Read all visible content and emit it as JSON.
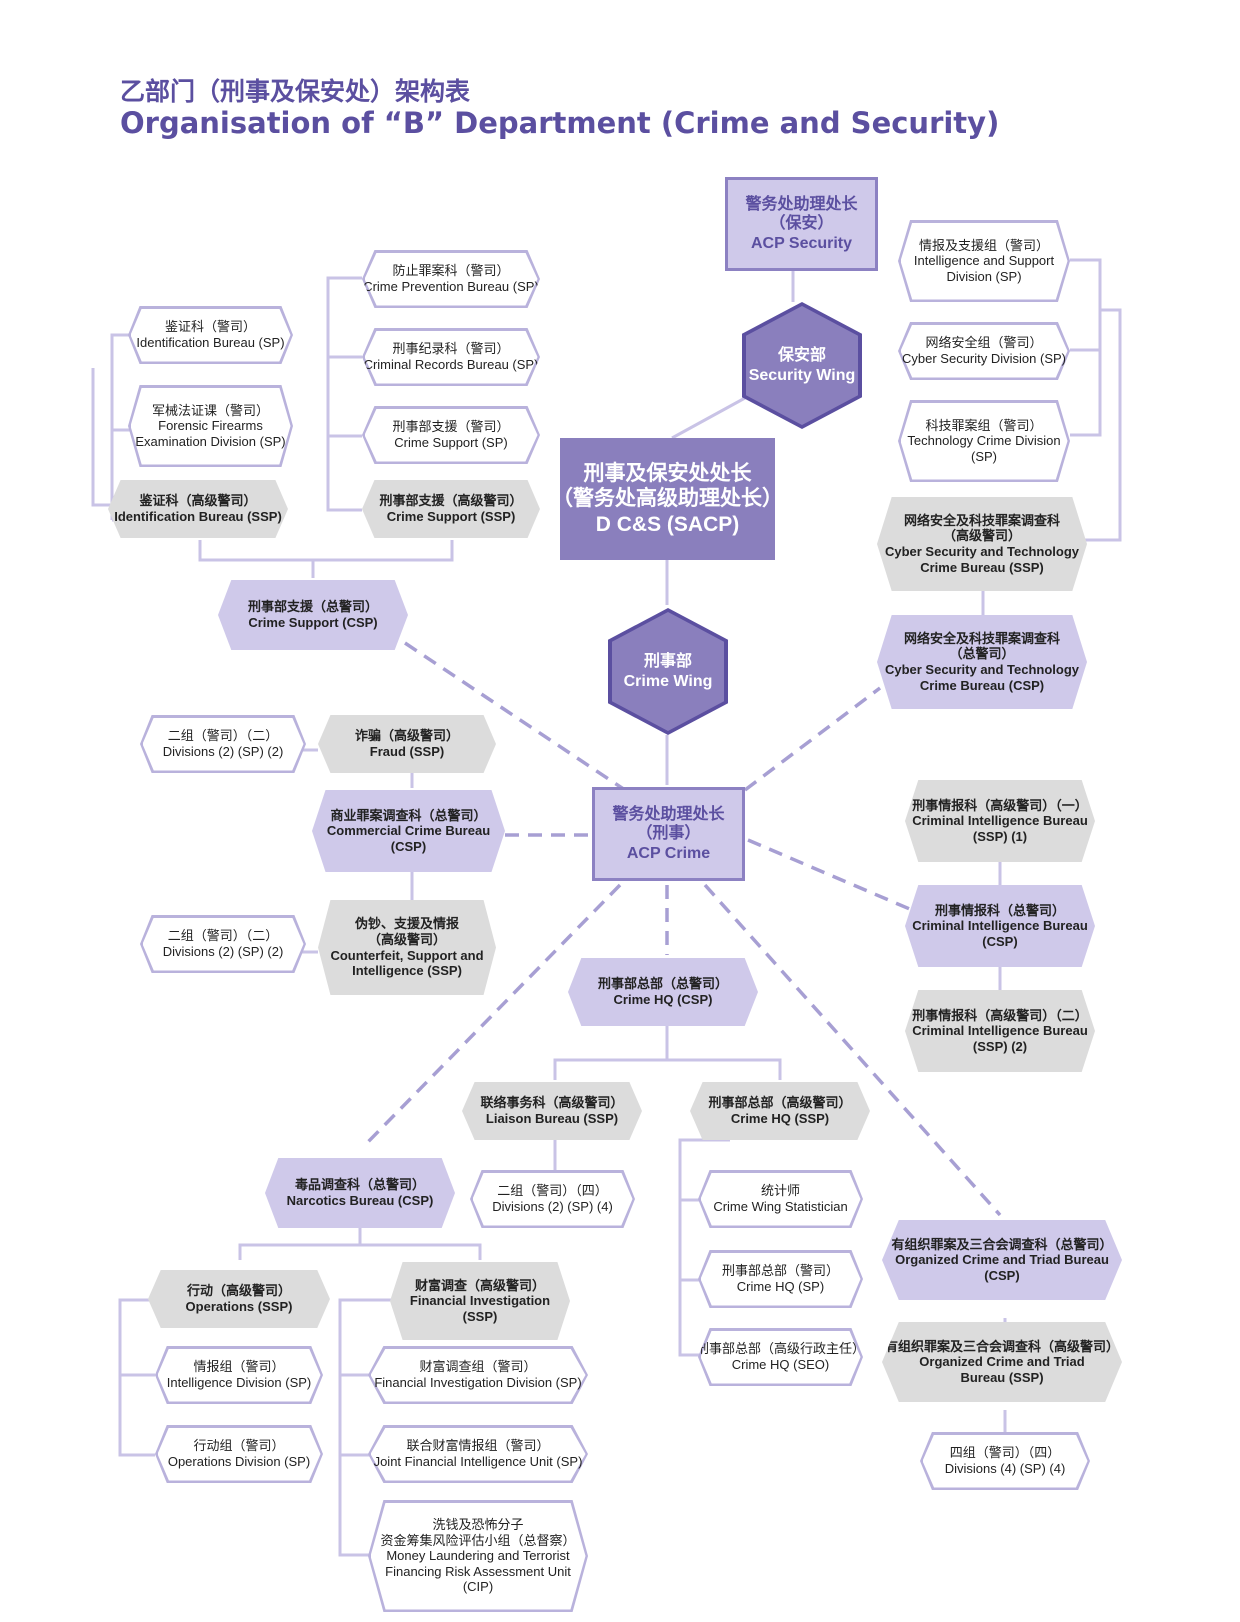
{
  "title": {
    "zh": "乙部门（刑事及保安处）架构表",
    "en": "Organisation of “B” Department (Crime and Security)"
  },
  "nodes": {
    "dcs": {
      "l1": "刑事及保安处处长",
      "l2": "（警务处高级助理处长）",
      "l3": "D C&S (SACP)"
    },
    "acp_security": {
      "l1": "警务处助理处长",
      "l2": "（保安）",
      "l3": "ACP Security"
    },
    "security_wing": {
      "l1": "保安部",
      "l2": "Security Wing"
    },
    "crime_wing": {
      "l1": "刑事部",
      "l2": "Crime Wing"
    },
    "acp_crime": {
      "l1": "警务处助理处长",
      "l2": "（刑事）",
      "l3": "ACP Crime"
    },
    "isd": {
      "l1": "情报及支援组（警司）",
      "l2": "Intelligence and Support",
      "l3": "Division (SP)"
    },
    "csd": {
      "l1": "网络安全组（警司）",
      "l2": "Cyber Security Division (SP)"
    },
    "tcd": {
      "l1": "科技罪案组（警司）",
      "l2": "Technology Crime Division",
      "l3": "(SP)"
    },
    "cstcb_ssp": {
      "l1": "网络安全及科技罪案调查科",
      "l2": "（高级警司）",
      "l3": "Cyber Security and Technology",
      "l4": "Crime Bureau (SSP)"
    },
    "cstcb_csp": {
      "l1": "网络安全及科技罪案调查科",
      "l2": "（总警司）",
      "l3": "Cyber Security and Technology",
      "l4": "Crime Bureau (CSP)"
    },
    "cpb": {
      "l1": "防止罪案科（警司）",
      "l2": "Crime Prevention Bureau (SP)"
    },
    "crb": {
      "l1": "刑事纪录科（警司）",
      "l2": "Criminal Records Bureau (SP)"
    },
    "cs_sp": {
      "l1": "刑事部支援（警司）",
      "l2": "Crime Support (SP)"
    },
    "idb_sp": {
      "l1": "鉴证科（警司）",
      "l2": "Identification Bureau (SP)"
    },
    "ffed": {
      "l1": "军械法证课（警司）",
      "l2": "Forensic Firearms",
      "l3": "Examination Division (SP)"
    },
    "idb_ssp": {
      "l1": "鉴证科（高级警司）",
      "l2": "Identification Bureau (SSP)"
    },
    "cs_ssp": {
      "l1": "刑事部支援（高级警司）",
      "l2": "Crime Support (SSP)"
    },
    "cs_csp": {
      "l1": "刑事部支援（总警司）",
      "l2": "Crime Support (CSP)"
    },
    "div_a": {
      "l1": "二组（警司）（二）",
      "l2": "Divisions (2) (SP) (2)"
    },
    "fraud": {
      "l1": "诈骗（高级警司）",
      "l2": "Fraud (SSP)"
    },
    "ccb": {
      "l1": "商业罪案调查科（总警司）",
      "l2": "Commercial Crime Bureau",
      "l3": "(CSP)"
    },
    "div_b": {
      "l1": "二组（警司）（二）",
      "l2": "Divisions (2) (SP) (2)"
    },
    "csi": {
      "l1": "伪钞、支援及情报",
      "l2": "（高级警司）",
      "l3": "Counterfeit, Support and",
      "l4": "Intelligence (SSP)"
    },
    "cib1": {
      "l1": "刑事情报科（高级警司）（一）",
      "l2": "Criminal Intelligence Bureau",
      "l3": "(SSP) (1)"
    },
    "cib_csp": {
      "l1": "刑事情报科（总警司）",
      "l2": "Criminal Intelligence Bureau",
      "l3": "(CSP)"
    },
    "cib2": {
      "l1": "刑事情报科（高级警司）（二）",
      "l2": "Criminal Intelligence Bureau",
      "l3": "(SSP) (2)"
    },
    "chq_csp": {
      "l1": "刑事部总部（总警司）",
      "l2": "Crime HQ (CSP)"
    },
    "lb": {
      "l1": "联络事务科（高级警司）",
      "l2": "Liaison Bureau (SSP)"
    },
    "div_c": {
      "l1": "二组（警司）（四）",
      "l2": "Divisions (2) (SP) (4)"
    },
    "chq_ssp": {
      "l1": "刑事部总部（高级警司）",
      "l2": "Crime HQ (SSP)"
    },
    "stat": {
      "l1": "统计师",
      "l2": "Crime Wing Statistician"
    },
    "chq_sp": {
      "l1": "刑事部总部（警司）",
      "l2": "Crime HQ (SP)"
    },
    "chq_seo": {
      "l1": "刑事部总部（高级行政主任）",
      "l2": "Crime HQ (SEO)"
    },
    "nb": {
      "l1": "毒品调查科（总警司）",
      "l2": "Narcotics Bureau (CSP)"
    },
    "ops_ssp": {
      "l1": "行动（高级警司）",
      "l2": "Operations (SSP)"
    },
    "fi_ssp": {
      "l1": "财富调查（高级警司）",
      "l2": "Financial Investigation",
      "l3": "(SSP)"
    },
    "intd": {
      "l1": "情报组（警司）",
      "l2": "Intelligence Division (SP)"
    },
    "opsd": {
      "l1": "行动组（警司）",
      "l2": "Operations Division (SP)"
    },
    "fid": {
      "l1": "财富调查组（警司）",
      "l2": "Financial Investigation Division (SP)"
    },
    "jfiu": {
      "l1": "联合财富情报组（警司）",
      "l2": "Joint Financial Intelligence Unit (SP)"
    },
    "ml": {
      "l1": "洗钱及恐怖分子",
      "l2": "资金筹集风险评估小组（总督察）",
      "l3": "Money Laundering and Terrorist",
      "l4": "Financing Risk Assessment Unit",
      "l5": "(CIP)"
    },
    "octb_csp": {
      "l1": "有组织罪案及三合会调查科（总警司）",
      "l2": "Organized Crime and Triad Bureau",
      "l3": "(CSP)"
    },
    "octb_ssp": {
      "l1": "有组织罪案及三合会调查科（高级警司）",
      "l2": "Organized Crime and Triad",
      "l3": "Bureau (SSP)"
    },
    "div_d": {
      "l1": "四组（警司）（四）",
      "l2": "Divisions (4) (SP) (4)"
    }
  },
  "colors": {
    "purple_dark": "#5b4fa0",
    "purple_mid": "#8a7fbd",
    "lavender": "#cfc9ea",
    "outline": "#b9b2dc",
    "grey": "#dcdcdc"
  }
}
